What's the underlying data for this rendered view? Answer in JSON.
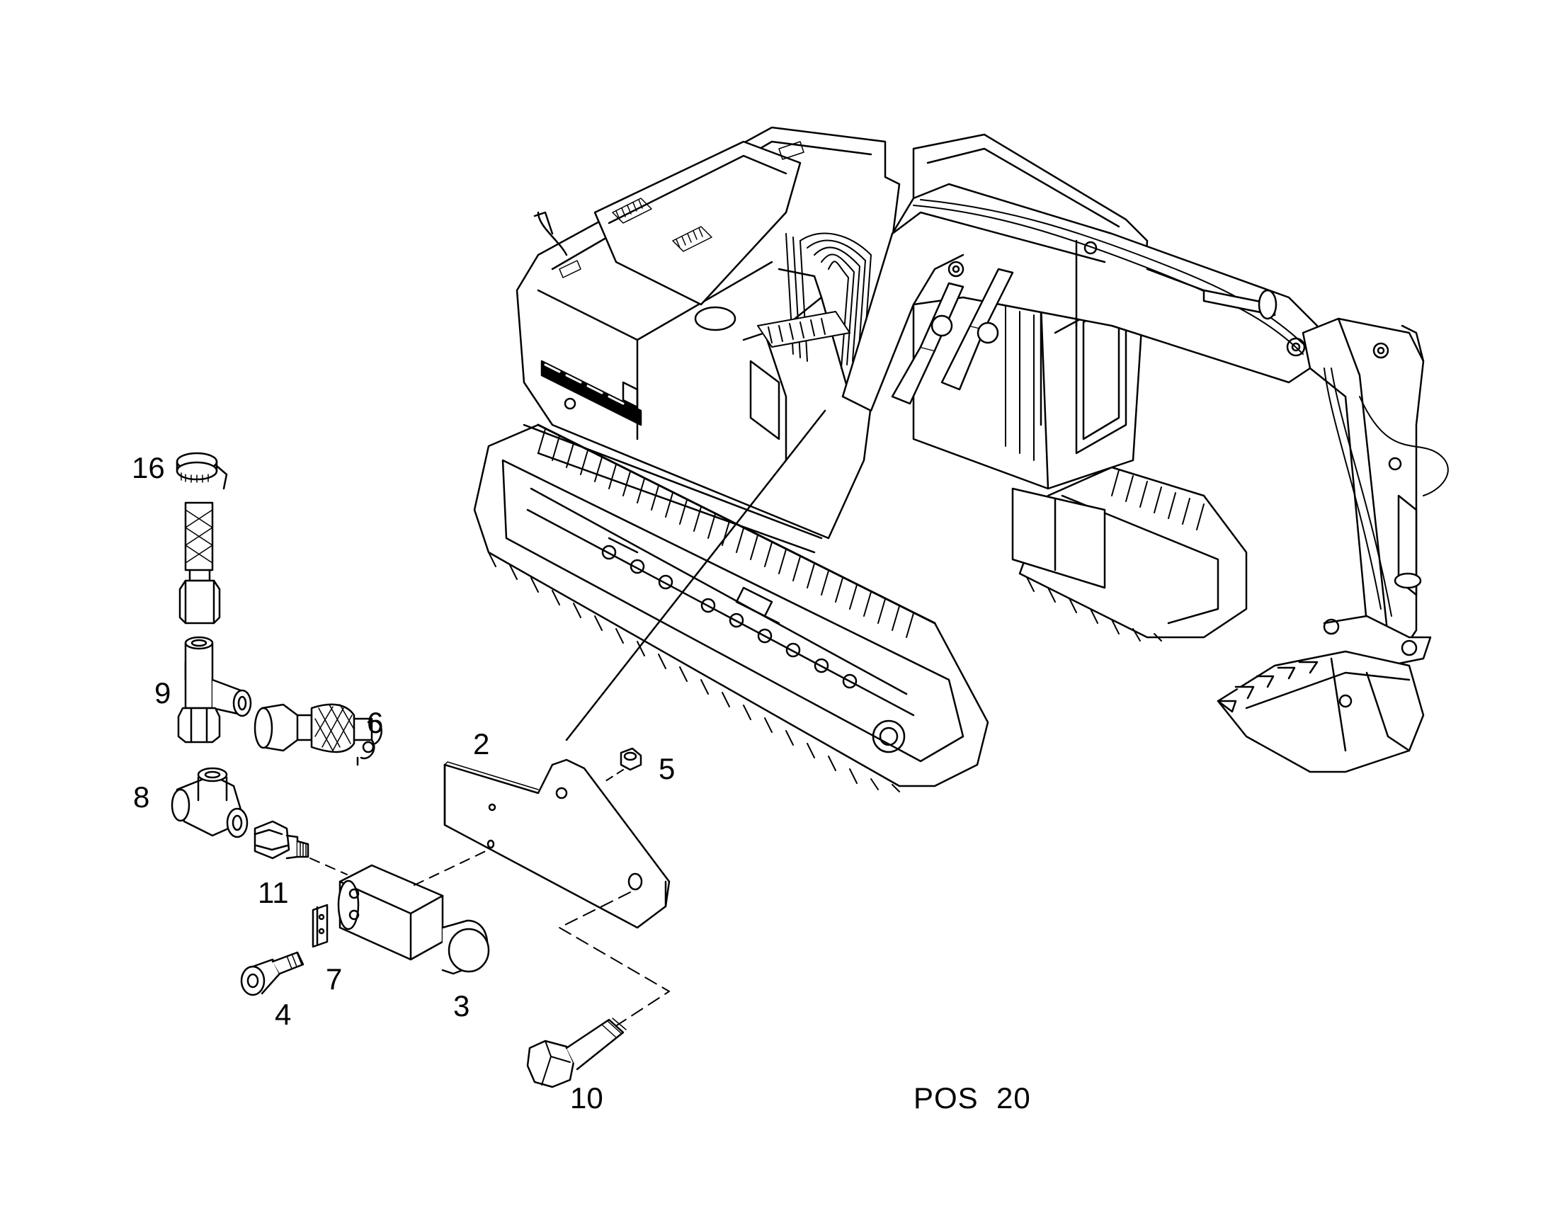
{
  "drawing": {
    "position_label": "POS  20",
    "callouts": [
      {
        "id": "c16",
        "text": "16"
      },
      {
        "id": "c9",
        "text": "9"
      },
      {
        "id": "c6",
        "text": "6"
      },
      {
        "id": "c8",
        "text": "8"
      },
      {
        "id": "c11",
        "text": "11"
      },
      {
        "id": "c7",
        "text": "7"
      },
      {
        "id": "c4",
        "text": "4"
      },
      {
        "id": "c3",
        "text": "3"
      },
      {
        "id": "c2",
        "text": "2"
      },
      {
        "id": "c5",
        "text": "5"
      },
      {
        "id": "c10",
        "text": "10"
      }
    ]
  },
  "colors": {
    "ink": "#000000",
    "paper": "#ffffff"
  }
}
